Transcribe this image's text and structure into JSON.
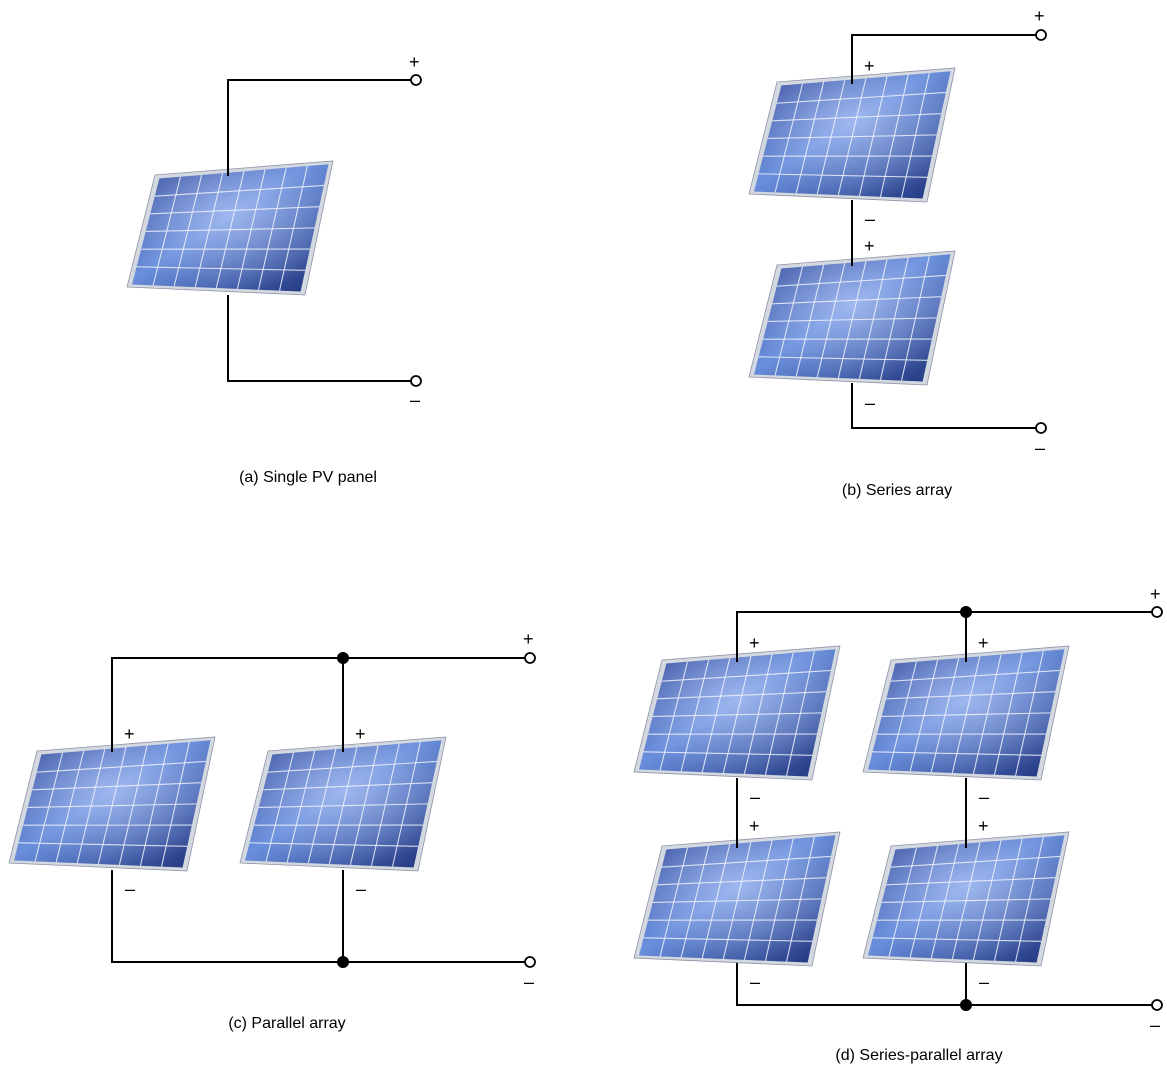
{
  "diagram": {
    "colors": {
      "panel_cell_light": "#6a8fdc",
      "panel_cell_dark": "#1c2f78",
      "panel_frame": "#d4d8e0",
      "wire": "#000000"
    },
    "signs": {
      "plus": "+",
      "minus": "–"
    },
    "subfigures": [
      {
        "id": "a",
        "caption": "(a) Single PV panel"
      },
      {
        "id": "b",
        "caption": "(b) Series array"
      },
      {
        "id": "c",
        "caption": "(c) Parallel array"
      },
      {
        "id": "d",
        "caption": "(d) Series-parallel array"
      }
    ]
  }
}
